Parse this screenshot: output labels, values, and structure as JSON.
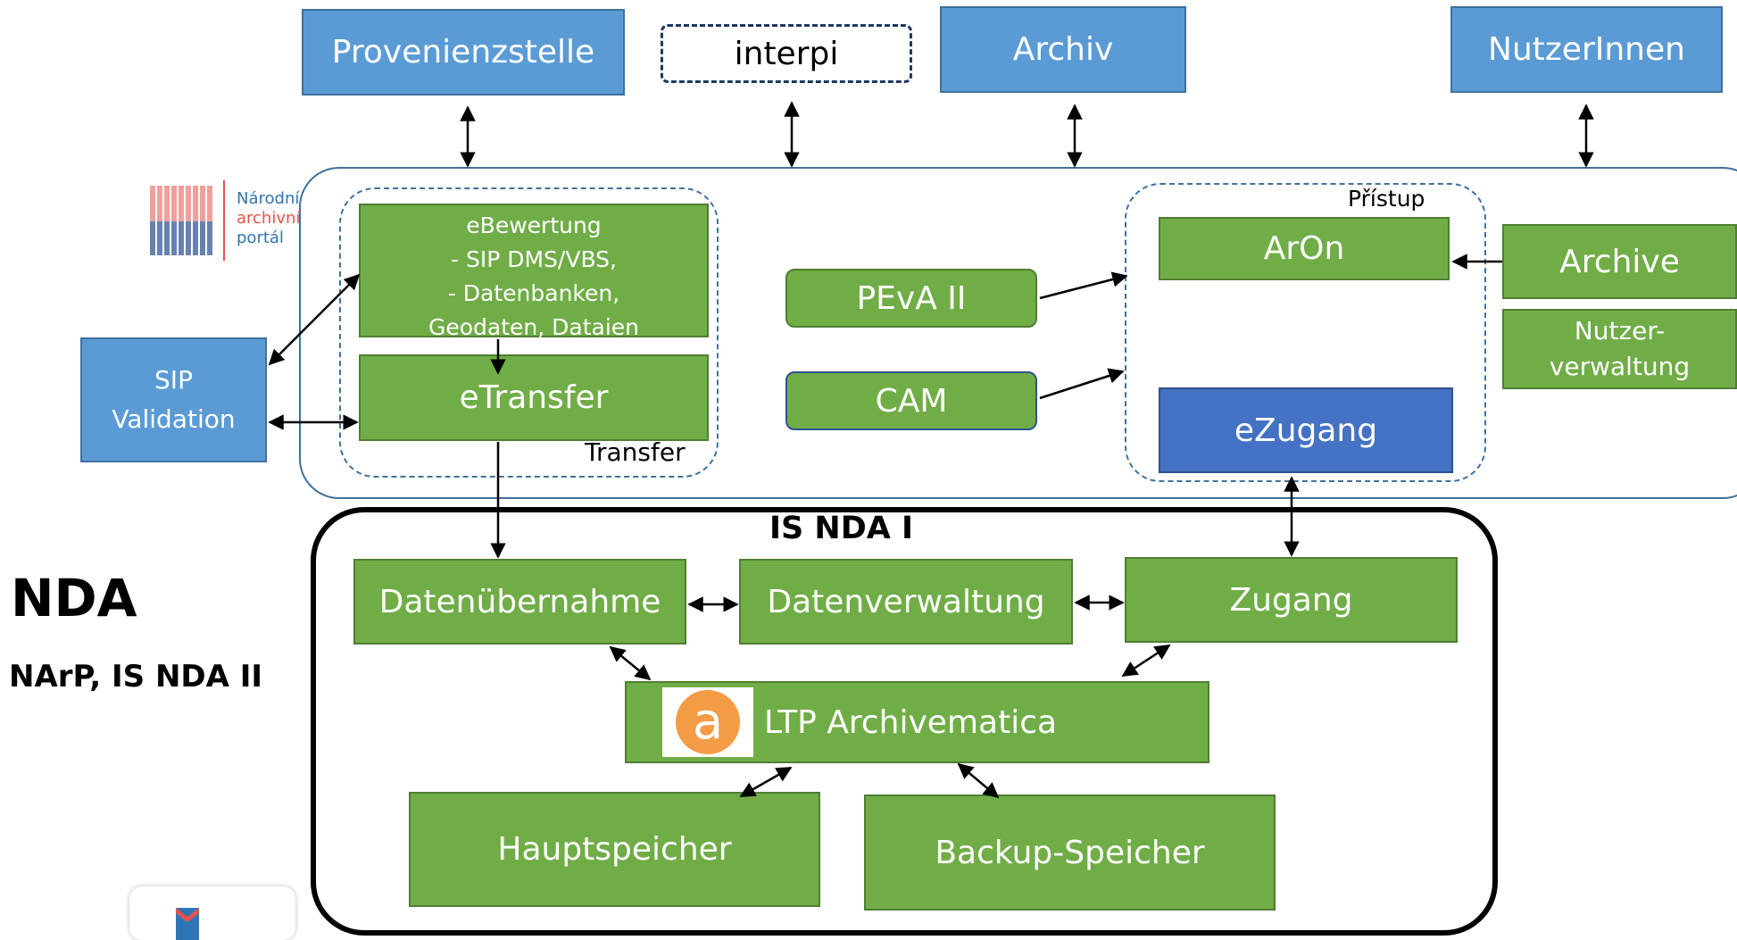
{
  "top": {
    "provenienzstelle": "Provenienzstelle",
    "interpi": "interpi",
    "archiv": "Archiv",
    "nutzerinnen": "NutzerInnen"
  },
  "logo": {
    "line1": "Národní",
    "line2": "archivní",
    "line3": "portál"
  },
  "transfer": {
    "ebewertung_title": "eBewertung",
    "ebewertung_items": [
      "-      SIP DMS/VBS,",
      "-      Datenbanken,",
      "Geodaten, Dataien"
    ],
    "etransfer": "eTransfer",
    "region_label": "Transfer"
  },
  "sip": {
    "line1": "SIP",
    "line2": "Validation"
  },
  "middle": {
    "peva": "PEvA II",
    "cam": "CAM"
  },
  "pristup": {
    "region_label": "Přístup",
    "aron": "ArOn",
    "ezugang": "eZugang"
  },
  "right": {
    "archive": "Archive",
    "nutzer_line1": "Nutzer-",
    "nutzer_line2": "verwaltung"
  },
  "is_nda": {
    "title": "IS NDA I",
    "datenubernahme": "Datenübernahme",
    "datenverwaltung": "Datenverwaltung",
    "zugang": "Zugang",
    "archivematica_icon_letter": "a",
    "archivematica": "LTP Archivematica",
    "hauptspeicher": "Hauptspeicher",
    "backup": "Backup-Speicher"
  },
  "side": {
    "nda": "NDA",
    "subtitle": "NArP, IS NDA II"
  },
  "colors": {
    "blue": "#5b9bd5",
    "dark_blue": "#4472c4",
    "green": "#70ad47"
  }
}
